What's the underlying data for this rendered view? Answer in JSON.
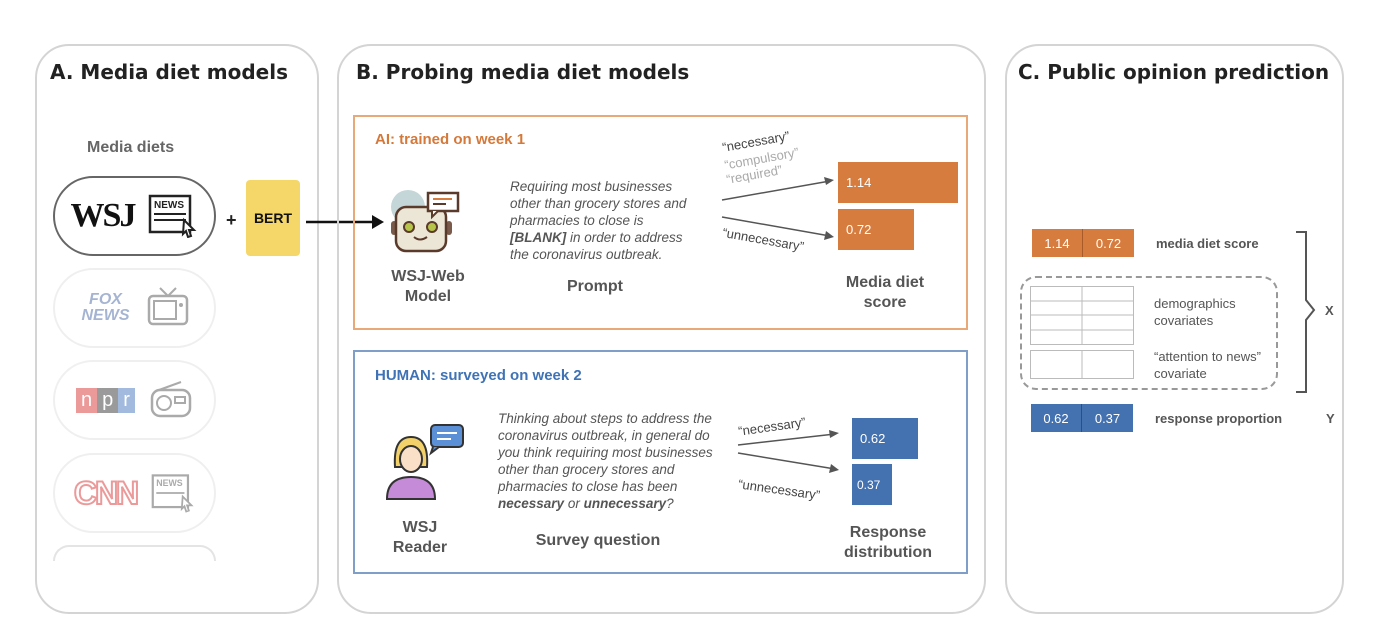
{
  "panel_a": {
    "title": "A. Media diet models",
    "subtitle": "Media diets",
    "outlets": [
      "WSJ",
      "FOX NEWS",
      "npr",
      "CNN"
    ],
    "news_badge": "NEWS",
    "plus": "+",
    "model": "BERT"
  },
  "panel_b": {
    "title": "B. Probing media diet models",
    "ai": {
      "title": "AI: trained on week 1",
      "agent": "WSJ-Web Model",
      "prompt": [
        "Requiring most businesses",
        "other than grocery stores and",
        "pharmacies to close is",
        "[BLANK]",
        " in order to address",
        "the coronavirus outbreak."
      ],
      "prompt_label": "Prompt",
      "words_pos": [
        "“necessary”",
        "“compulsory”",
        "“required”"
      ],
      "word_neg": "“unnecessary”",
      "scores": [
        "1.14",
        "0.72"
      ],
      "score_label": "Media diet score"
    },
    "human": {
      "title": "HUMAN: surveyed on week 2",
      "agent": "WSJ Reader",
      "question": [
        "Thinking about steps to address the",
        "coronavirus outbreak, in general do",
        "you think requiring most businesses",
        "other than grocery stores and",
        "pharmacies to close has been",
        "necessary",
        " or ",
        "unnecessary",
        "?"
      ],
      "question_label": "Survey question",
      "word_pos": "“necessary”",
      "word_neg": "“unnecessary”",
      "proportions": [
        "0.62",
        "0.37"
      ],
      "distribution_label": "Response distribution"
    }
  },
  "panel_c": {
    "title": "C. Public opinion prediction",
    "score_label": "media diet score",
    "scores": [
      "1.14",
      "0.72"
    ],
    "demographics_label": "demographics covariates",
    "attention_label": "“attention to news” covariate",
    "response_label": "response proportion",
    "proportions": [
      "0.62",
      "0.37"
    ],
    "x_label": "X",
    "y_label": "Y"
  },
  "colors": {
    "orange": "#d67c3e",
    "blue": "#4472b0",
    "bert": "#f5d769"
  }
}
